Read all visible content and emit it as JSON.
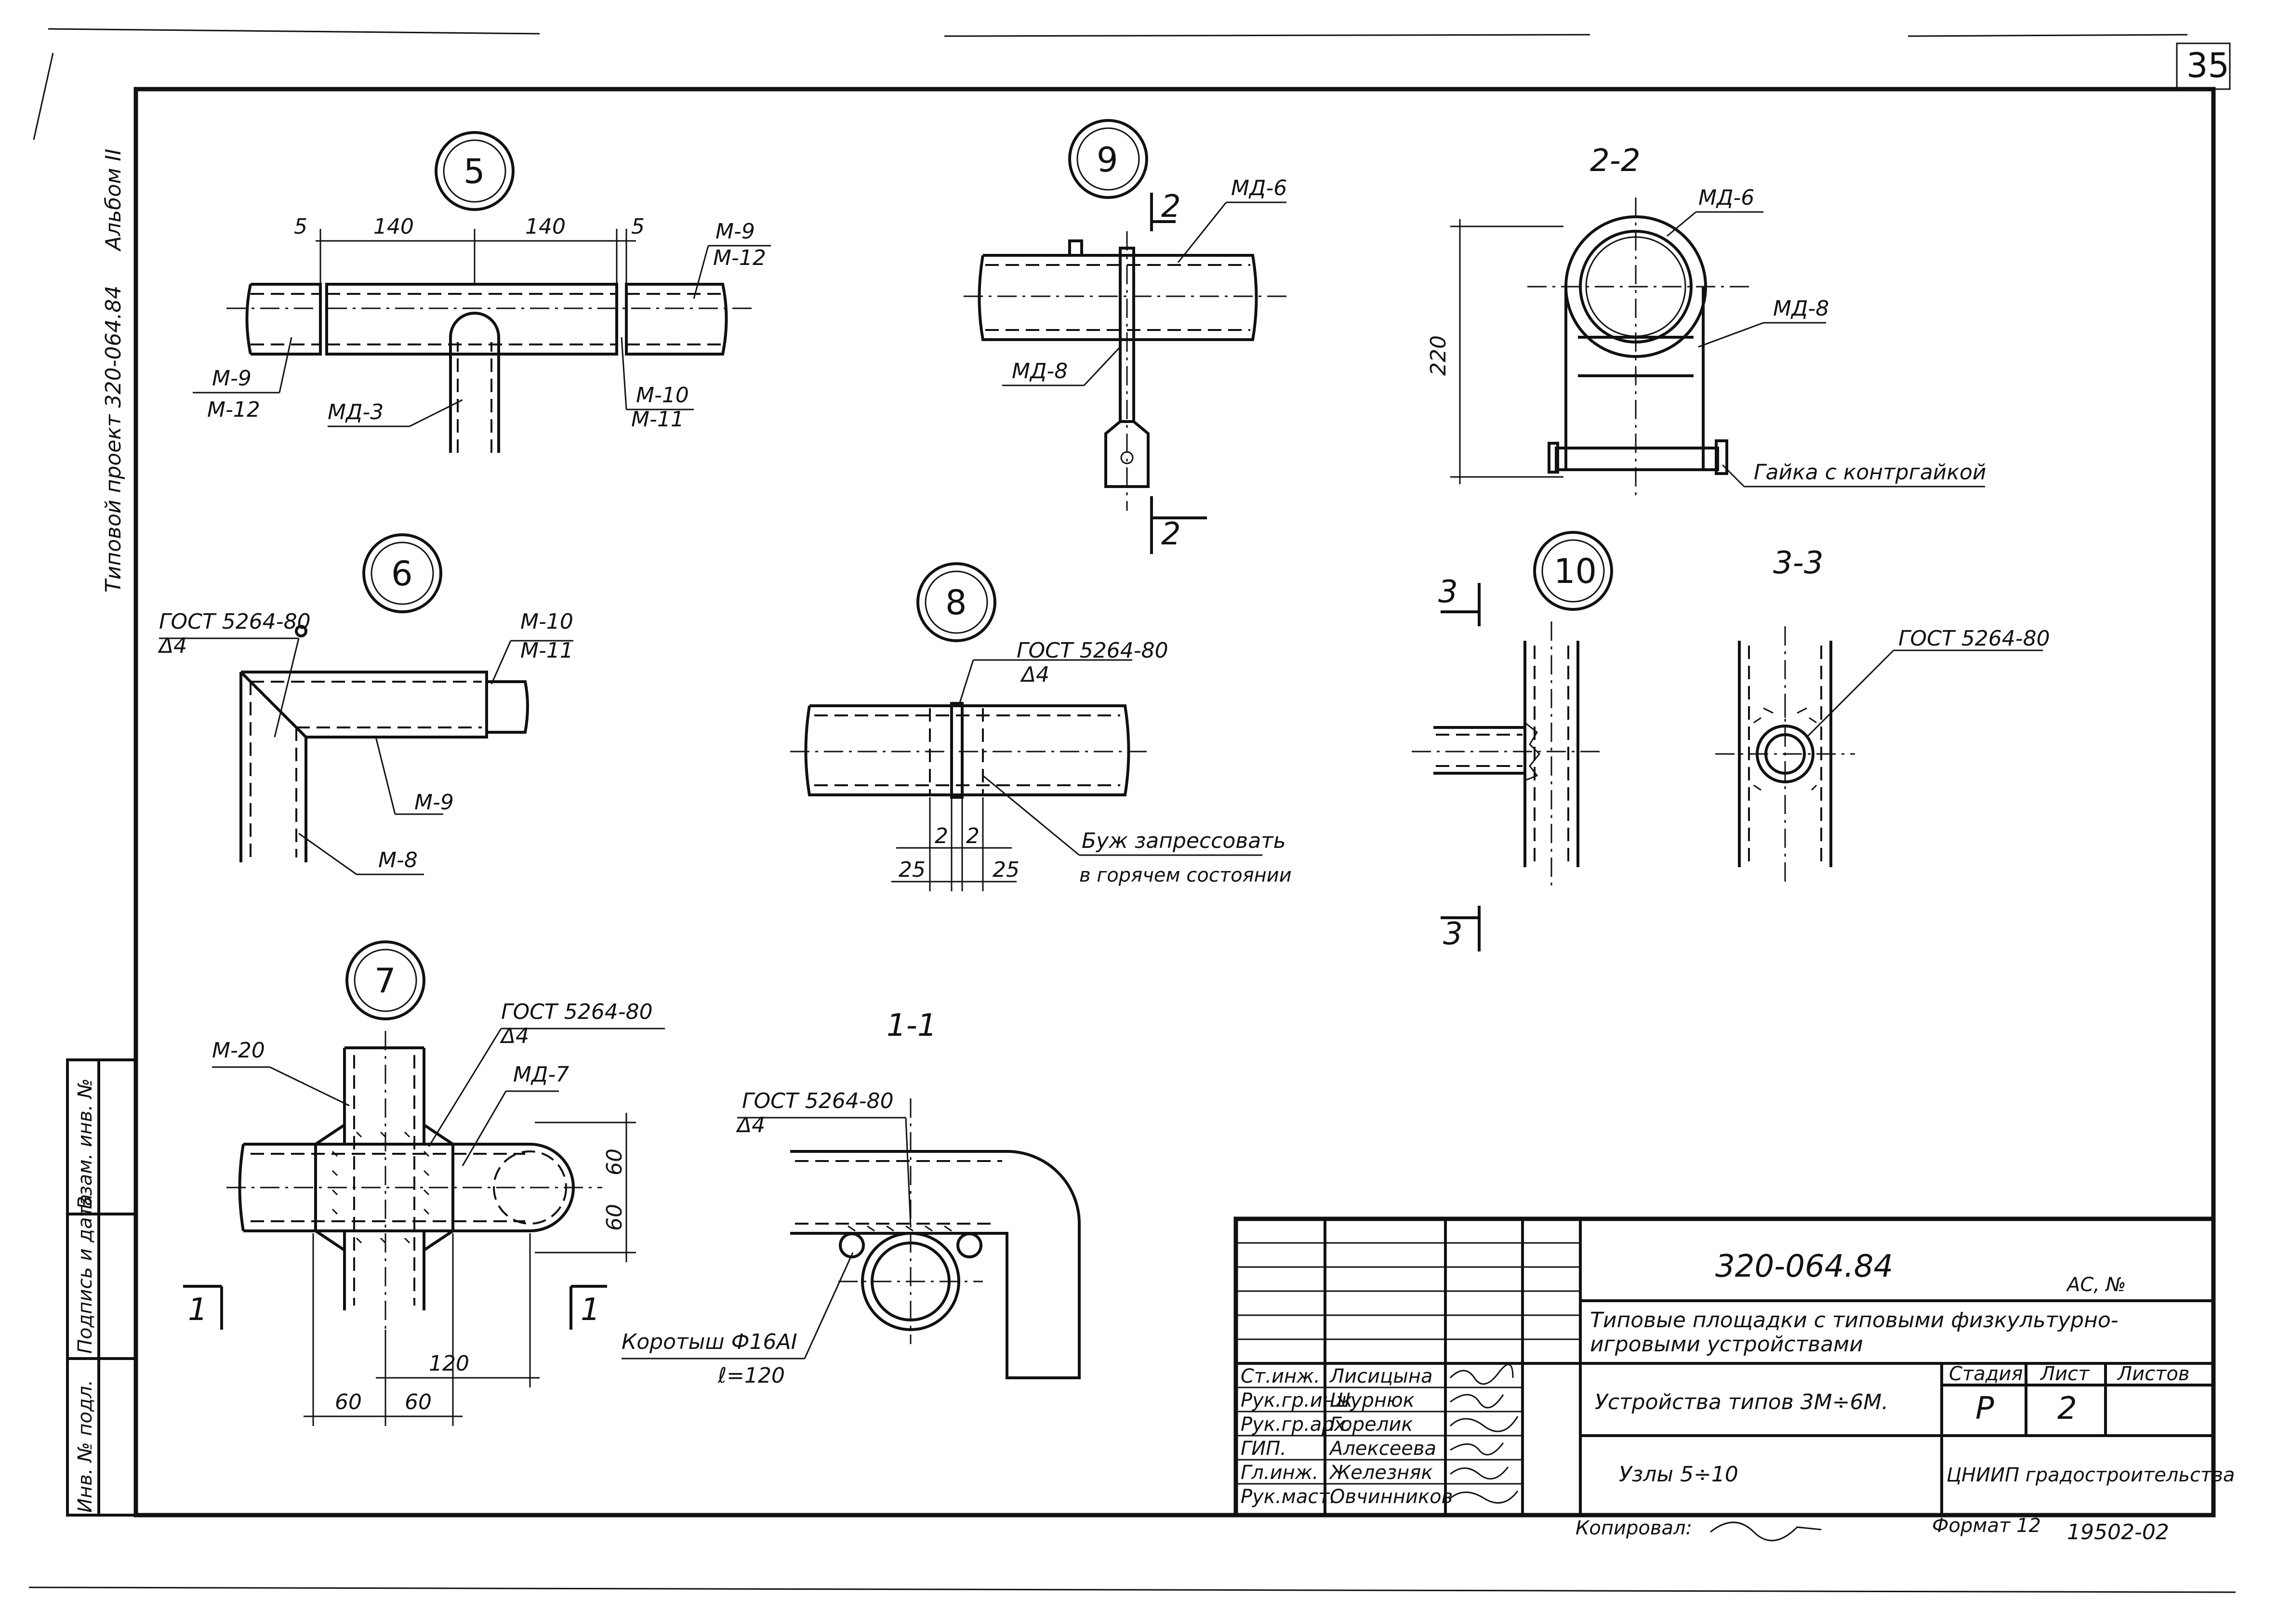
{
  "sheet": {
    "page_number": "35",
    "side_album": "Альбом II",
    "side_project": "Типовой проект 320-064.84",
    "side_inv_no": "Инв. № подл.",
    "side_sign_date": "Подпись и дата",
    "side_vzam": "Взам. инв. №",
    "copied_by_label": "Копировал:",
    "format_label": "Формат 12",
    "order_no": "19502-02"
  },
  "nodes": {
    "node5": {
      "number": "5",
      "dims": [
        "5",
        "140",
        "140",
        "5"
      ],
      "labels": {
        "right_top": "М-9",
        "right_bottom": "М-12",
        "left_top": "М-9",
        "left_bottom": "М-12",
        "branch": "МД-3",
        "right_lower_top": "М-10",
        "right_lower_bottom": "М-11"
      }
    },
    "node6": {
      "number": "6",
      "gost": "ГОСТ 5264-80",
      "weld": "Δ4",
      "labels": {
        "top": "М-10",
        "top2": "М-11",
        "mid": "М-9",
        "bottom": "М-8"
      }
    },
    "node7": {
      "number": "7",
      "gost": "ГОСТ 5264-80",
      "weld": "Δ4",
      "labels": {
        "left": "М-20",
        "right": "МД-7"
      },
      "dims": [
        "60",
        "60",
        "120",
        "60",
        "60"
      ],
      "section_marks": [
        "1",
        "1"
      ]
    },
    "node8": {
      "number": "8",
      "gost": "ГОСТ 5264-80",
      "weld": "Δ4",
      "dims": [
        "2",
        "2",
        "25",
        "25"
      ],
      "note_line1": "Буж запрессовать",
      "note_line2": "в горячем состоянии"
    },
    "node9": {
      "number": "9",
      "labels": {
        "top": "МД-6",
        "left": "МД-8"
      },
      "section_marks": [
        "2",
        "2"
      ]
    },
    "node10": {
      "number": "10",
      "section_marks": [
        "3",
        "3"
      ]
    },
    "section22": {
      "title": "2-2",
      "labels": {
        "top": "МД-6",
        "mid": "МД-8",
        "nut": "Гайка с контргайкой"
      },
      "dim": "220"
    },
    "section33": {
      "title": "3-3",
      "gost": "ГОСТ 5264-80"
    },
    "section11": {
      "title": "1-1",
      "gost": "ГОСТ 5264-80",
      "weld": "Δ4",
      "short_label": "Коротыш Ф16АI",
      "short_len": "ℓ=120"
    }
  },
  "title_block": {
    "code": "320-064.84",
    "title_line1": "Типовые площадки с типовыми физкультурно-",
    "title_line2": "игровыми устройствами",
    "subtitle": "Устройства типов 3М÷6М.",
    "sheet_title": "Узлы 5÷10",
    "stage_label": "Стадия",
    "sheet_label": "Лист",
    "sheets_label": "Листов",
    "stage": "Р",
    "sheet": "2",
    "org": "ЦНИИП градостроительства",
    "corner_note": "АС, №",
    "staff": [
      {
        "role": "Ст.инж.",
        "name": "Лисицына"
      },
      {
        "role": "Рук.гр.инж.",
        "name": "Шурнюк"
      },
      {
        "role": "Рук.гр.арх.",
        "name": "Горелик"
      },
      {
        "role": "ГИП.",
        "name": "Алексеева"
      },
      {
        "role": "Гл.инж.",
        "name": "Железняк"
      },
      {
        "role": "Рук.маст.",
        "name": "Овчинников"
      }
    ]
  }
}
